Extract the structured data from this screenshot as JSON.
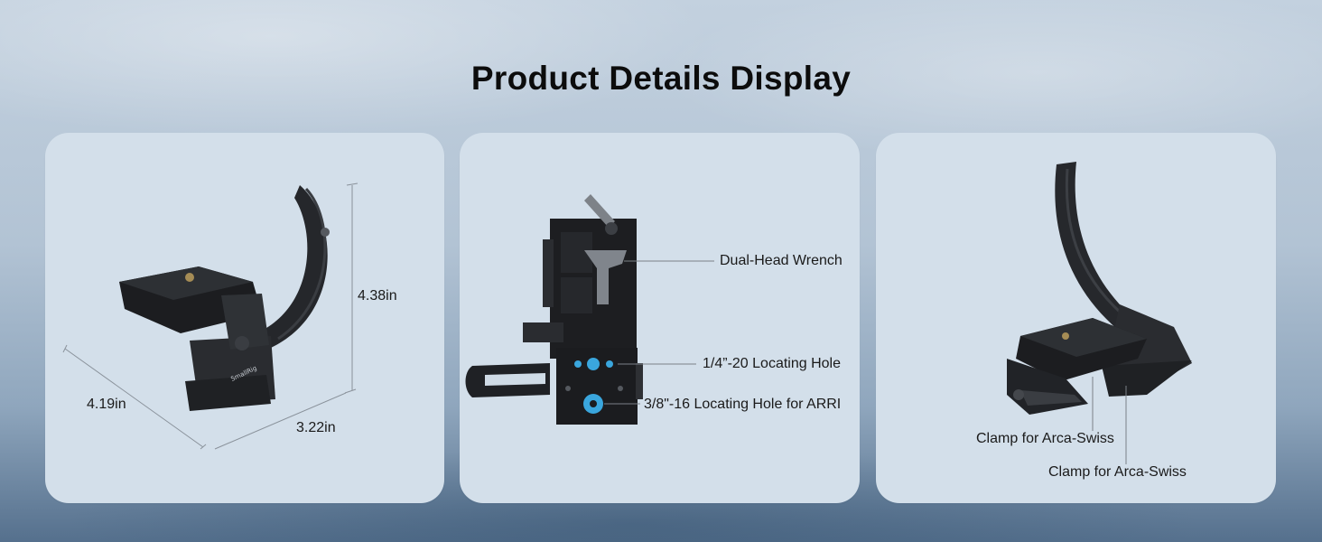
{
  "page": {
    "title": "Product Details Display"
  },
  "panel_dimensions": {
    "height_label": "4.38in",
    "depth_label": "4.19in",
    "width_label": "3.22in",
    "logo_text": "SmallRig"
  },
  "panel_side": {
    "callouts": [
      "Dual-Head Wrench",
      "1/4”-20 Locating Hole",
      "3/8\"-16 Locating Hole for ARRI"
    ]
  },
  "panel_clamps": {
    "callouts": [
      "Clamp for Arca-Swiss",
      "Clamp for Arca-Swiss"
    ]
  },
  "colors": {
    "panel_bg": "#d3dfea",
    "product_dark": "#1e1f22",
    "accent_blue": "#3aa6dd"
  }
}
